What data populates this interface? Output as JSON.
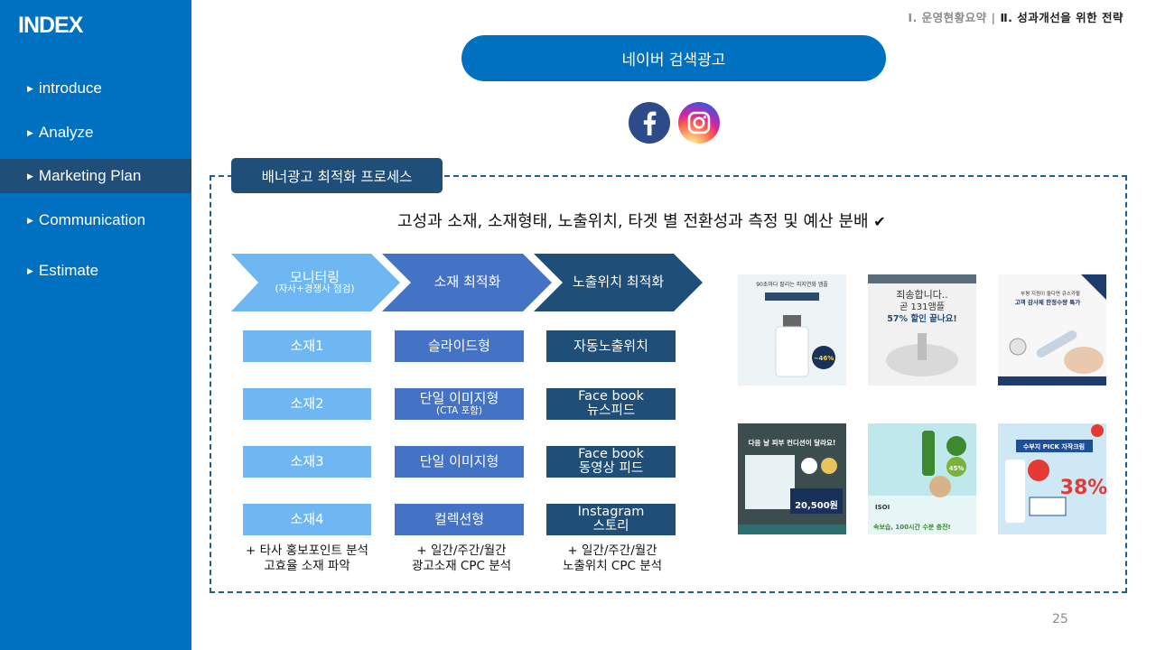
{
  "sidebar": {
    "title": "INDEX",
    "items": [
      {
        "label": "introduce"
      },
      {
        "label": "Analyze"
      },
      {
        "label": "Marketing Plan"
      },
      {
        "label": "Communication"
      },
      {
        "label": "Estimate"
      }
    ]
  },
  "breadcrumb": {
    "part1": "Ⅰ. 운영현황요약 | ",
    "part2": "Ⅱ. 성과개선을 위한 전략"
  },
  "title": "네이버 검색광고",
  "social": [
    "facebook-icon",
    "instagram-icon"
  ],
  "process": {
    "tab": "배너광고 최적화 프로세스",
    "subtitle": "고성과 소재, 소재형태, 노출위치, 타겟 별 전환성과 측정 및 예산 분배",
    "chevrons": [
      {
        "label": "모니터링",
        "sub": "(자사+경쟁사 점검)"
      },
      {
        "label": "소재 최적화"
      },
      {
        "label": "노출위치 최적화"
      }
    ],
    "col1": [
      "소재1",
      "소재2",
      "소재3",
      "소재4"
    ],
    "col2": [
      {
        "label": "슬라이드형"
      },
      {
        "label": "단일 이미지형",
        "sub": "(CTA 포함)"
      },
      {
        "label": "단일 이미지형"
      },
      {
        "label": "컬렉션형"
      }
    ],
    "col3": [
      {
        "line1": "자동노출위치"
      },
      {
        "line1": "Face book",
        "line2": "뉴스피드"
      },
      {
        "line1": "Face book",
        "line2": "동영상 피드"
      },
      {
        "line1": "Instagram",
        "line2": "스토리"
      }
    ],
    "notes": [
      {
        "line1": "+ 타사 홍보포인트 분석",
        "line2": "고효율 소재 파악"
      },
      {
        "line1": "+ 일간/주간/월간",
        "line2": "광고소재 CPC 분석"
      },
      {
        "line1": "+ 일간/주간/월간",
        "line2": "노출위치 CPC 분석"
      }
    ]
  },
  "thumbs": [
    {
      "t1": "90초마다 팔리는 피지연화 앰플",
      "t2": "~46%"
    },
    {
      "t1": "죄송합니다..",
      "t2": "곧 131앰플",
      "t3": "57% 할인 끝나요!"
    },
    {
      "t1": "부평 지원이 돌다면 큐스카펄",
      "t2": "고객 감사제 한정수량 특가"
    },
    {
      "t1": "다음 날 피부 컨디션이 달라요!",
      "t2": "20,500원"
    },
    {
      "t1": "ISOI",
      "t2": "속보습, 100시간 수분 충전!",
      "t3": "45%"
    },
    {
      "t1": "수부지 PICK 자작크림",
      "t2": "38%"
    }
  ],
  "page_number": "25"
}
